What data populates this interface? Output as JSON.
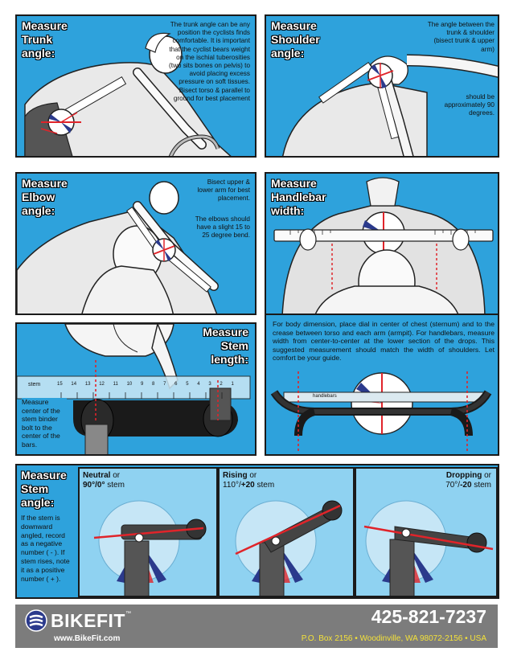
{
  "panels": {
    "trunk": {
      "title": [
        "Measure",
        "Trunk",
        "angle:"
      ],
      "text": "The trunk angle can be any position the cyclists finds comfortable. It is important that the cyclist bears weight on the ischial tuberosities (two sits bones on pelvis) to avoid placing excess pressure on soft tissues. Bisect torso & parallel to ground for best placement"
    },
    "shoulder": {
      "title": [
        "Measure",
        "Shoulder",
        "angle:"
      ],
      "text1": "The angle between the trunk & shoulder (bisect trunk & upper arm)",
      "text2": "should be approximately 90 degrees."
    },
    "elbow": {
      "title": [
        "Measure",
        "Elbow",
        "angle:"
      ],
      "text1": "Bisect upper & lower arm for best placement.",
      "text2": "The elbows should have a slight 15 to 25 degree bend."
    },
    "handlebar": {
      "title": [
        "Measure",
        "Handlebar",
        "width:"
      ],
      "text": "For body dimension, place dial in center of chest (sternum) and to the crease between torso and each arm (armpit). For handlebars, measure width from center-to-center at the lower section of the drops. This suggested measurement should match the width of shoulders. Let comfort be your guide.",
      "bar_label": "handlebars"
    },
    "stem": {
      "title": [
        "Measure",
        "Stem",
        "length:"
      ],
      "text": "Measure center of the stem binder bolt to the center of the bars.",
      "ruler_label": "stem",
      "ruler_numbers": [
        "15",
        "14",
        "13",
        "12",
        "11",
        "10",
        "9",
        "8",
        "7",
        "6",
        "5",
        "4",
        "3",
        "2",
        "1"
      ]
    },
    "stem_angle": {
      "title": [
        "Measure",
        "Stem",
        "angle:"
      ],
      "text": "If the stem is downward angled, record as a negative number ( - ). If stem rises, note it as a positive number ( + ).",
      "neutral": {
        "name": "Neutral",
        "or": " or",
        "line2a": "90°/0°",
        "line2b": " stem"
      },
      "rising": {
        "name": "Rising",
        "or": " or",
        "line2a": "110°/",
        "line2b": "+20",
        "line2c": " stem"
      },
      "dropping": {
        "name": "Dropping",
        "or": " or",
        "line2a": "70°/",
        "line2b": "-20",
        "line2c": " stem"
      }
    }
  },
  "footer": {
    "brand": "BIKEFIT",
    "tm": "™",
    "url": "www.BikeFit.com",
    "phone": "425-821-7237",
    "address": "P.O. Box 2156 • Woodinville, WA 98072-2156 • USA"
  },
  "colors": {
    "panel_blue": "#2ea2dc",
    "light_blue": "#8fd2f1",
    "accent_red": "#e0242a",
    "accent_navy": "#2b3a8c",
    "footer_gray": "#7c7c7c",
    "footer_yellow": "#f4e23a"
  }
}
